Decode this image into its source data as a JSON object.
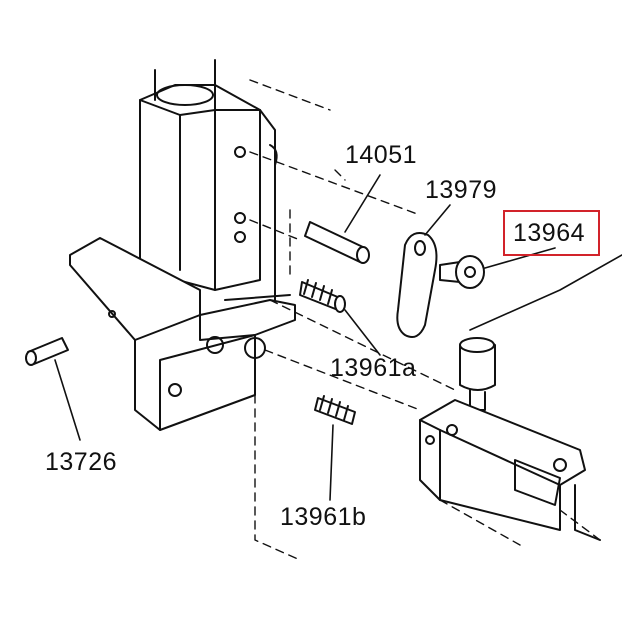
{
  "diagram": {
    "parts": [
      {
        "id": "14051",
        "label": "14051"
      },
      {
        "id": "13979",
        "label": "13979"
      },
      {
        "id": "13964",
        "label": "13964",
        "highlighted": true
      },
      {
        "id": "13961a",
        "label": "13961a"
      },
      {
        "id": "13726",
        "label": "13726"
      },
      {
        "id": "13961b",
        "label": "13961b"
      }
    ],
    "highlight_color": "#d2232a"
  }
}
